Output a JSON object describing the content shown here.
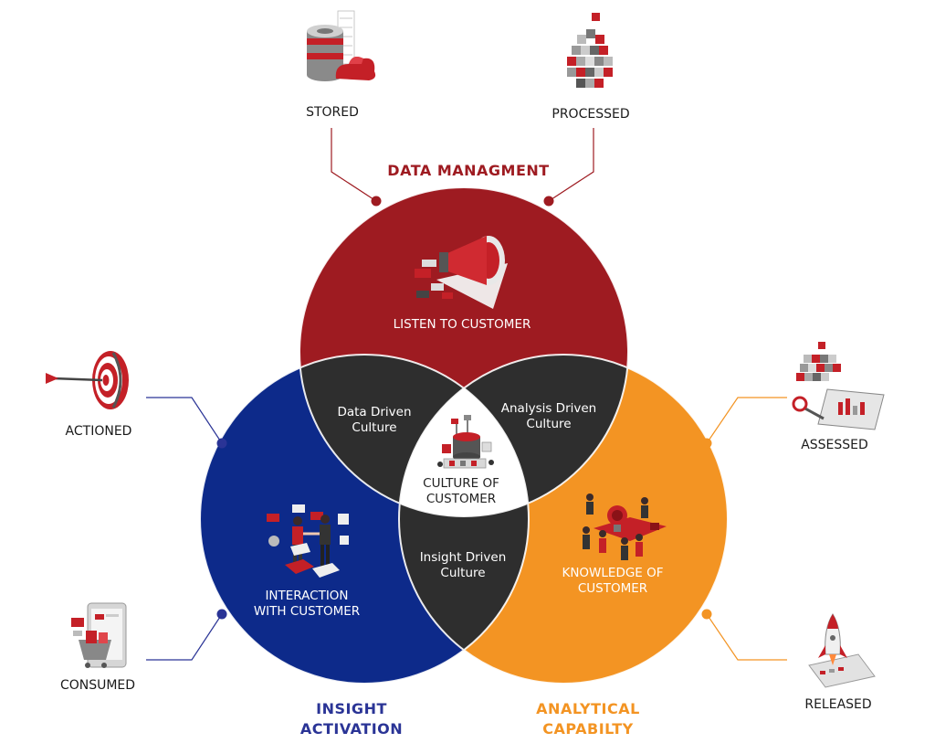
{
  "colors": {
    "red": "#9e1b21",
    "blue": "#0d2a8a",
    "orange": "#f39423",
    "overlap": "#2e2e2e",
    "center": "#ffffff",
    "blue_label": "#2a3496",
    "orange_label": "#f39423"
  },
  "groups": {
    "data_management": "DATA MANAGMENT",
    "insight_activation": [
      "INSIGHT",
      "ACTIVATION"
    ],
    "analytical_capability": [
      "ANALYTICAL",
      "CAPABILTY"
    ]
  },
  "circles": {
    "red": "LISTEN TO CUSTOMER",
    "blue": [
      "INTERACTION",
      "WITH CUSTOMER"
    ],
    "orange": [
      "KNOWLEDGE OF",
      "CUSTOMER"
    ]
  },
  "overlaps": {
    "red_blue": [
      "Data Driven",
      "Culture"
    ],
    "red_orange": [
      "Analysis Driven",
      "Culture"
    ],
    "blue_orange": [
      "Insight Driven",
      "Culture"
    ],
    "center": [
      "CULTURE OF",
      "CUSTOMER"
    ]
  },
  "stages": {
    "stored": "STORED",
    "processed": "PROCESSED",
    "actioned": "ACTIONED",
    "consumed": "CONSUMED",
    "assessed": "ASSESSED",
    "released": "RELEASED"
  },
  "icons": {
    "stored": "database-cloud-icon",
    "processed": "cubes-icon",
    "actioned": "target-arrow-icon",
    "consumed": "shopping-cart-tablet-icon",
    "assessed": "cubes-chart-icon",
    "released": "rocket-icon",
    "listen": "megaphone-icon",
    "interaction": "handshake-people-icon",
    "knowledge": "team-lightbulb-icon",
    "culture": "center-machine-icon"
  }
}
